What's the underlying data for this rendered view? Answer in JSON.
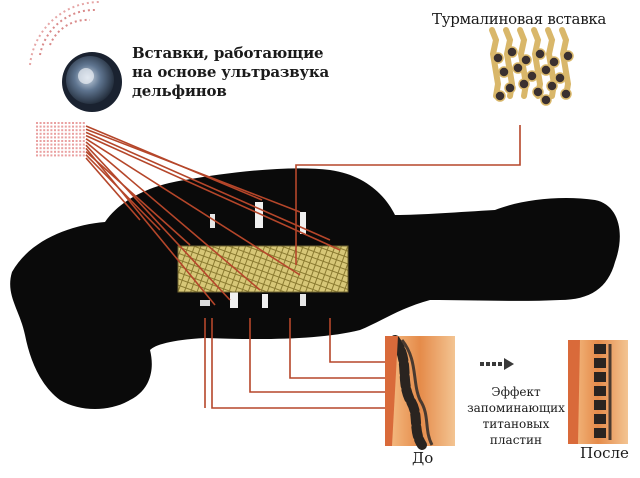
{
  "labels": {
    "ultrasound": [
      "Вставки, работающие",
      "на основе ультразвука",
      "дельфинов"
    ],
    "tourmaline": "Турмалиновая вставка",
    "effect": [
      "Эффект",
      "запоминающих",
      "титановых",
      "пластин"
    ],
    "before": "До",
    "after": "После"
  },
  "colors": {
    "brace": "#0a0a0a",
    "leader": "#b5462a",
    "mesh": "#c9b65a",
    "skin": "#e9a464",
    "spine": "#2a2420",
    "tourmaline_bead": "#3a3030",
    "tourmaline_gold": "#d9b76a",
    "grid_pink": "#e9a0a0",
    "speaker": "#5f7590"
  }
}
